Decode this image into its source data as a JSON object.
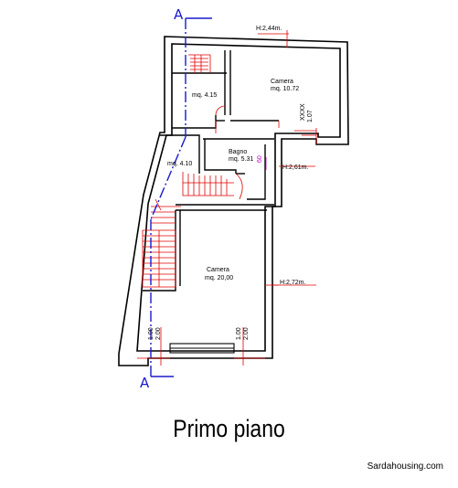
{
  "section_marks": {
    "top": "A",
    "bottom": "A"
  },
  "rooms": [
    {
      "name": "",
      "area": "mq. 4.15"
    },
    {
      "name": "Camera",
      "area": "mq. 10.72"
    },
    {
      "name": "Bagno",
      "area": "mq. 5.31"
    },
    {
      "name": "",
      "area": "mq. 4.10"
    },
    {
      "name": "Camera",
      "area": "mq. 20,00"
    }
  ],
  "heights": [
    "H:2,44m.",
    "H:2,61m.",
    "H:2,72m."
  ],
  "door_marks": {
    "bath_width": "60",
    "window_code": "XXXX",
    "window_height": "1.07",
    "bottom_left": [
      "1.00",
      "2.00"
    ],
    "bottom_right": [
      "1.00",
      "2.00"
    ]
  },
  "caption": "Primo piano",
  "website": "Sardahousing.com",
  "colors": {
    "wall": "#000000",
    "dimension": "#e00000",
    "section_line": "#1a1acc",
    "door_mark": "#cc00cc"
  }
}
